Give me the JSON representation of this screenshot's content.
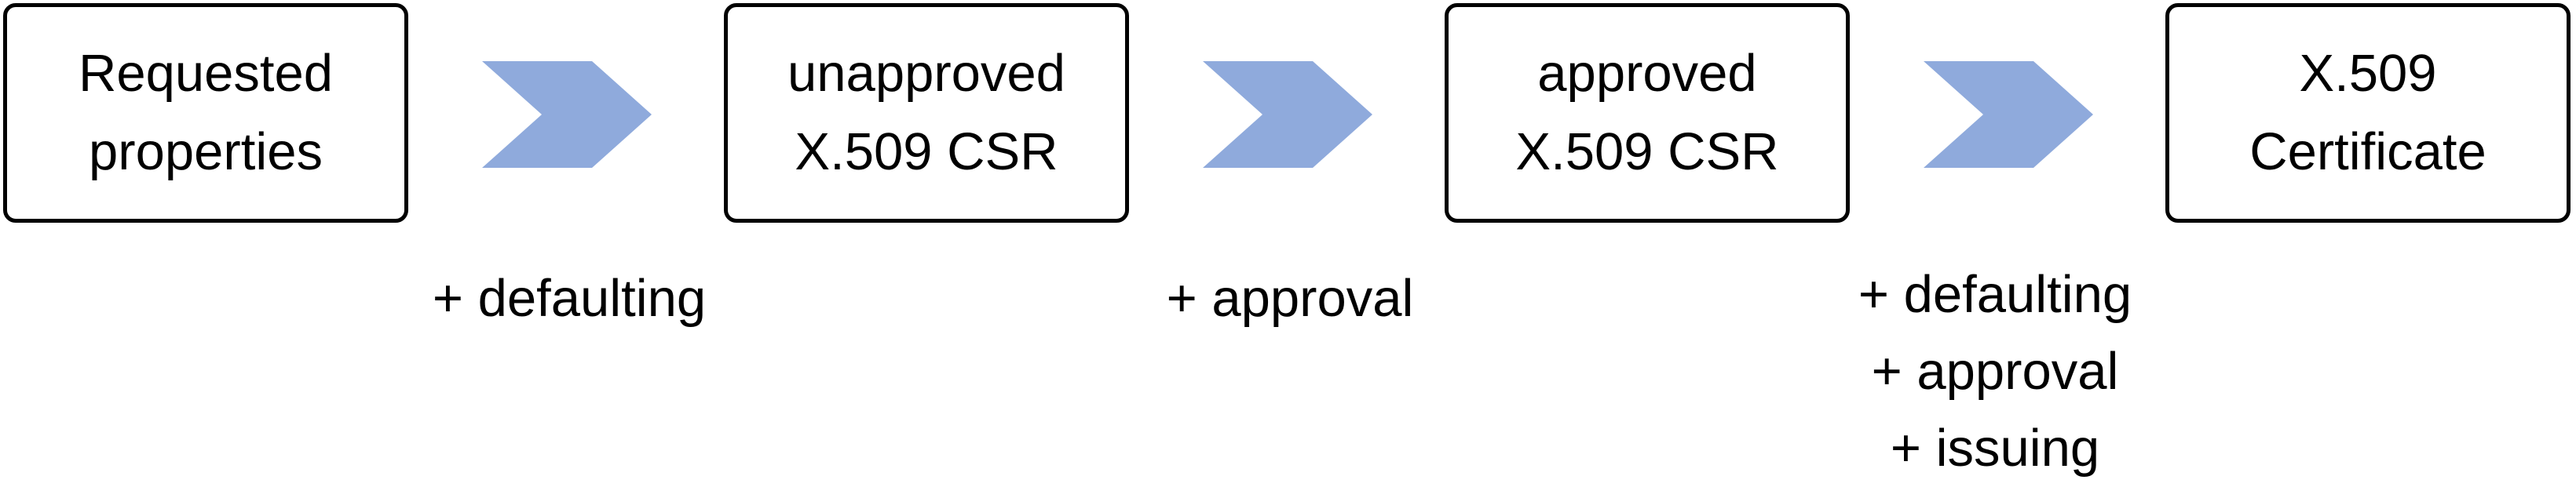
{
  "diagram": {
    "nodes": [
      {
        "lines": [
          "Requested",
          "properties"
        ]
      },
      {
        "lines": [
          "unapproved",
          "X.509 CSR"
        ]
      },
      {
        "lines": [
          "approved",
          "X.509 CSR"
        ]
      },
      {
        "lines": [
          "X.509",
          "Certificate"
        ]
      }
    ],
    "edges": [
      {
        "from": 0,
        "to": 1,
        "labels": [
          "+ defaulting"
        ]
      },
      {
        "from": 1,
        "to": 2,
        "labels": [
          "+ approval"
        ]
      },
      {
        "from": 2,
        "to": 3,
        "labels": [
          "+ defaulting",
          "+ approval",
          "+ issuing"
        ]
      }
    ],
    "colors": {
      "box_border": "#000000",
      "box_fill": "#ffffff",
      "arrow_fill": "#8faadc",
      "text": "#000000"
    }
  }
}
